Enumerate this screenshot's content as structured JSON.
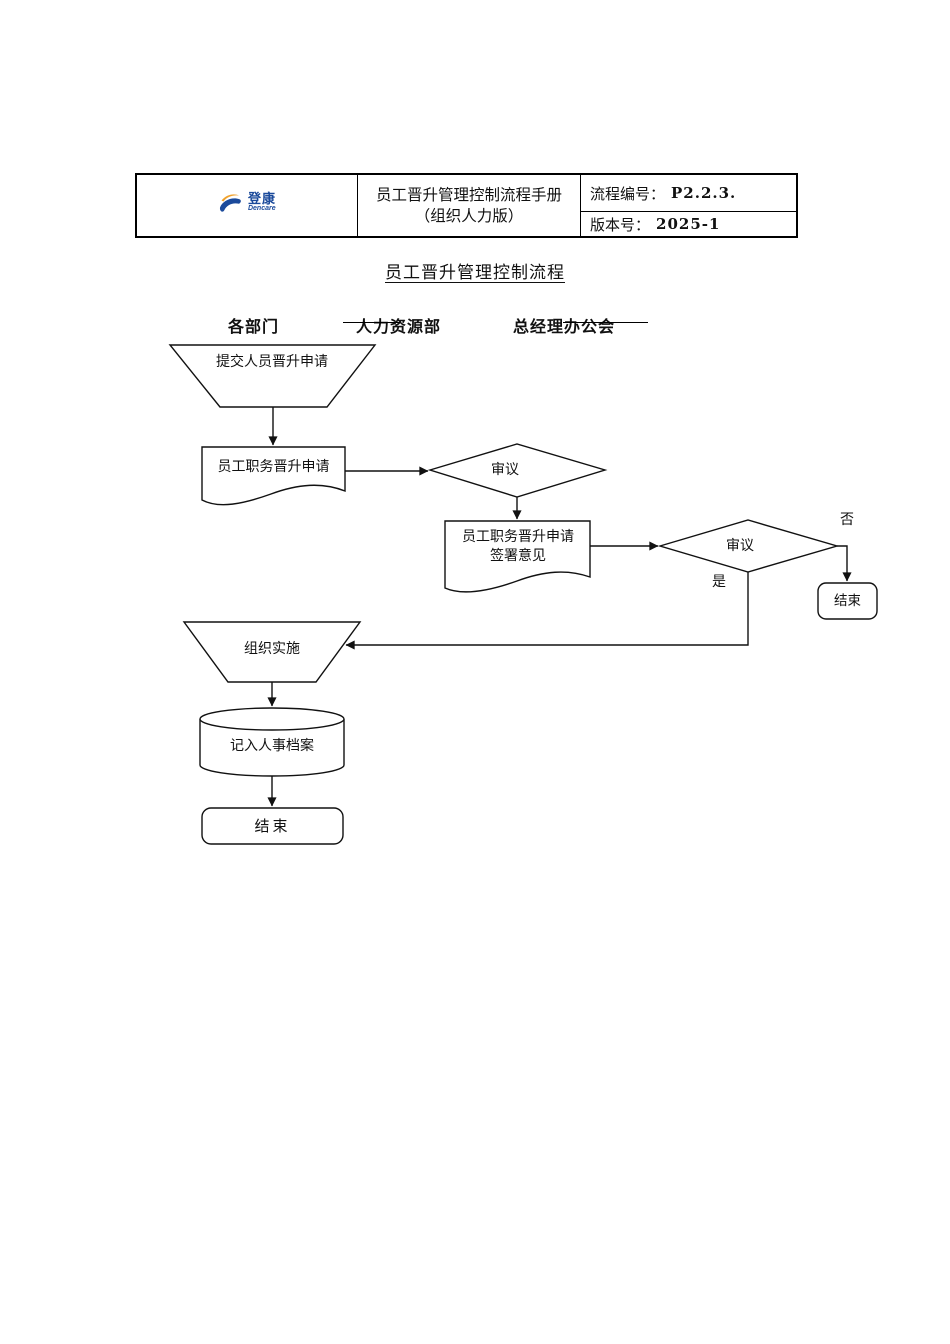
{
  "header": {
    "logo": {
      "cn": "登康",
      "en": "Dencare"
    },
    "manual_title_line1": "员工晋升管理控制流程手册",
    "manual_title_line2": "（组织人力版）",
    "process_no_label": "流程编号：",
    "process_no_value": "P2.2.3.",
    "version_label": "版本号：",
    "version_value": "2025-1"
  },
  "diagram": {
    "title": "员工晋升管理控制流程",
    "lanes": {
      "departments": "各部门",
      "hr": "人力资源部",
      "gm_office": "总经理办公会"
    },
    "nodes": {
      "submit": "提交人员晋升申请",
      "application_doc": "员工职务晋升申请",
      "review1": "审议",
      "sign_doc_line1": "员工职务晋升申请",
      "sign_doc_line2": "签署意见",
      "review2": "审议",
      "no_label": "否",
      "yes_label": "是",
      "end_branch": "结束",
      "implement": "组织实施",
      "archive": "记入人事档案",
      "end_main": "结束"
    }
  },
  "colors": {
    "line": "#111111",
    "logo_blue": "#1b4a9b",
    "logo_orange": "#f0a22d"
  }
}
